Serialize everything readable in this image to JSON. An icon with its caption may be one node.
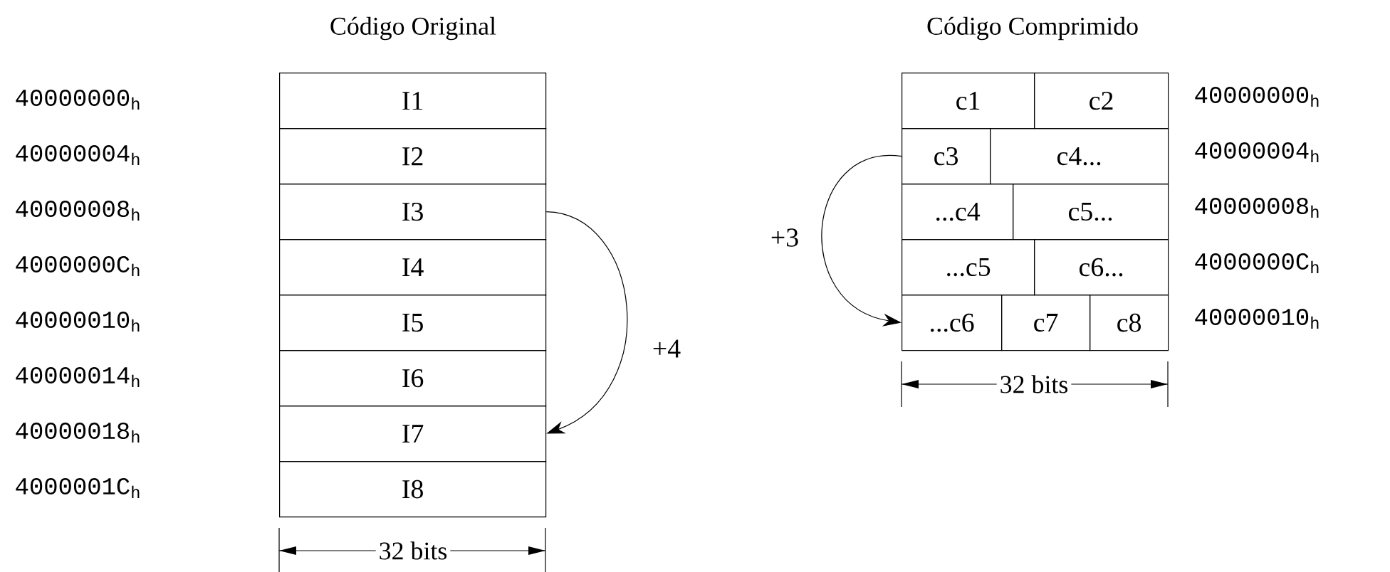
{
  "diagram": {
    "nodes": [
      {
        "text": [
          "I1"
        ]
      },
      {
        "text": [
          "I2"
        ]
      },
      {
        "text": [
          "I3"
        ]
      },
      {
        "text": [
          "I4"
        ]
      },
      {
        "text": [
          "I5"
        ]
      },
      {
        "text": [
          "I6"
        ]
      },
      {
        "text": [
          "I7"
        ]
      },
      {
        "text": [
          "I8"
        ]
      },
      {
        "text": [
          "c1"
        ]
      },
      {
        "text": [
          "c2"
        ]
      },
      {
        "text": [
          "c3"
        ]
      },
      {
        "text": [
          "c4..."
        ]
      },
      {
        "text": [
          "...c4"
        ]
      },
      {
        "text": [
          "c5..."
        ]
      },
      {
        "text": [
          "...c5"
        ]
      },
      {
        "text": [
          "c6..."
        ]
      },
      {
        "text": [
          "...c6"
        ]
      },
      {
        "text": [
          "c7"
        ]
      },
      {
        "text": [
          "c8"
        ]
      }
    ],
    "edges": [
      {
        "from": 2,
        "to": 6,
        "arrow": "to",
        "label": "+4"
      },
      {
        "from": 10,
        "to": 16,
        "arrow": "to",
        "label": "+3"
      }
    ],
    "labels": [
      "Código Original",
      "Código Comprimido",
      "40000000$_{h}$",
      "40000004$_{h}$",
      "40000008$_{h}$",
      "4000000C$_{h}$",
      "40000010$_{h}$",
      "40000014$_{h}$",
      "40000018$_{h}$",
      "4000001C$_{h}$",
      "40000000$_{h}$",
      "40000004$_{h}$",
      "40000008$_{h}$",
      "4000000C$_{h}$",
      "40000010$_{h}$",
      "32 bits",
      "32 bits"
    ]
  }
}
